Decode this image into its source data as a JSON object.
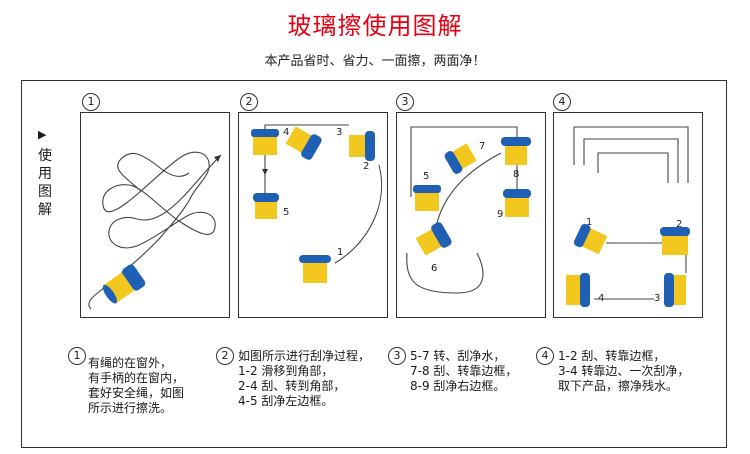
{
  "title": "玻璃擦使用图解",
  "subtitle": "本产品省时、省力、一面擦，两面净！",
  "side_label": [
    "使",
    "用",
    "图",
    "解"
  ],
  "panels": [
    {
      "num": "1",
      "labels": []
    },
    {
      "num": "2",
      "labels": [
        "4",
        "3",
        "2",
        "5",
        "1"
      ]
    },
    {
      "num": "3",
      "labels": [
        "7",
        "5",
        "8",
        "9",
        "6"
      ]
    },
    {
      "num": "4",
      "labels": [
        "1",
        "2",
        "4",
        "3"
      ]
    }
  ],
  "steps": [
    {
      "num": "1",
      "lines": [
        "有绳的在窗外，",
        "有手柄的在窗内，",
        "套好安全绳，如图",
        "所示进行擦洗。"
      ]
    },
    {
      "num": "2",
      "lines": [
        "如图所示进行刮净过程，",
        "1-2 滑移到角部，",
        "2-4 刮、转到角部，",
        "4-5 刮净左边框。"
      ]
    },
    {
      "num": "3",
      "lines": [
        "5-7 转、刮净水，",
        "7-8 刮、转靠边框，",
        "8-9 刮净右边框。"
      ]
    },
    {
      "num": "4",
      "lines": [
        "1-2 刮、转靠边框，",
        "3-4 转靠边、一次刮净，",
        "取下产品，擦净残水。"
      ]
    }
  ],
  "colors": {
    "title": "#e60012",
    "wiper_blue": "#1f5fb4",
    "wiper_yellow": "#f2c81e"
  }
}
